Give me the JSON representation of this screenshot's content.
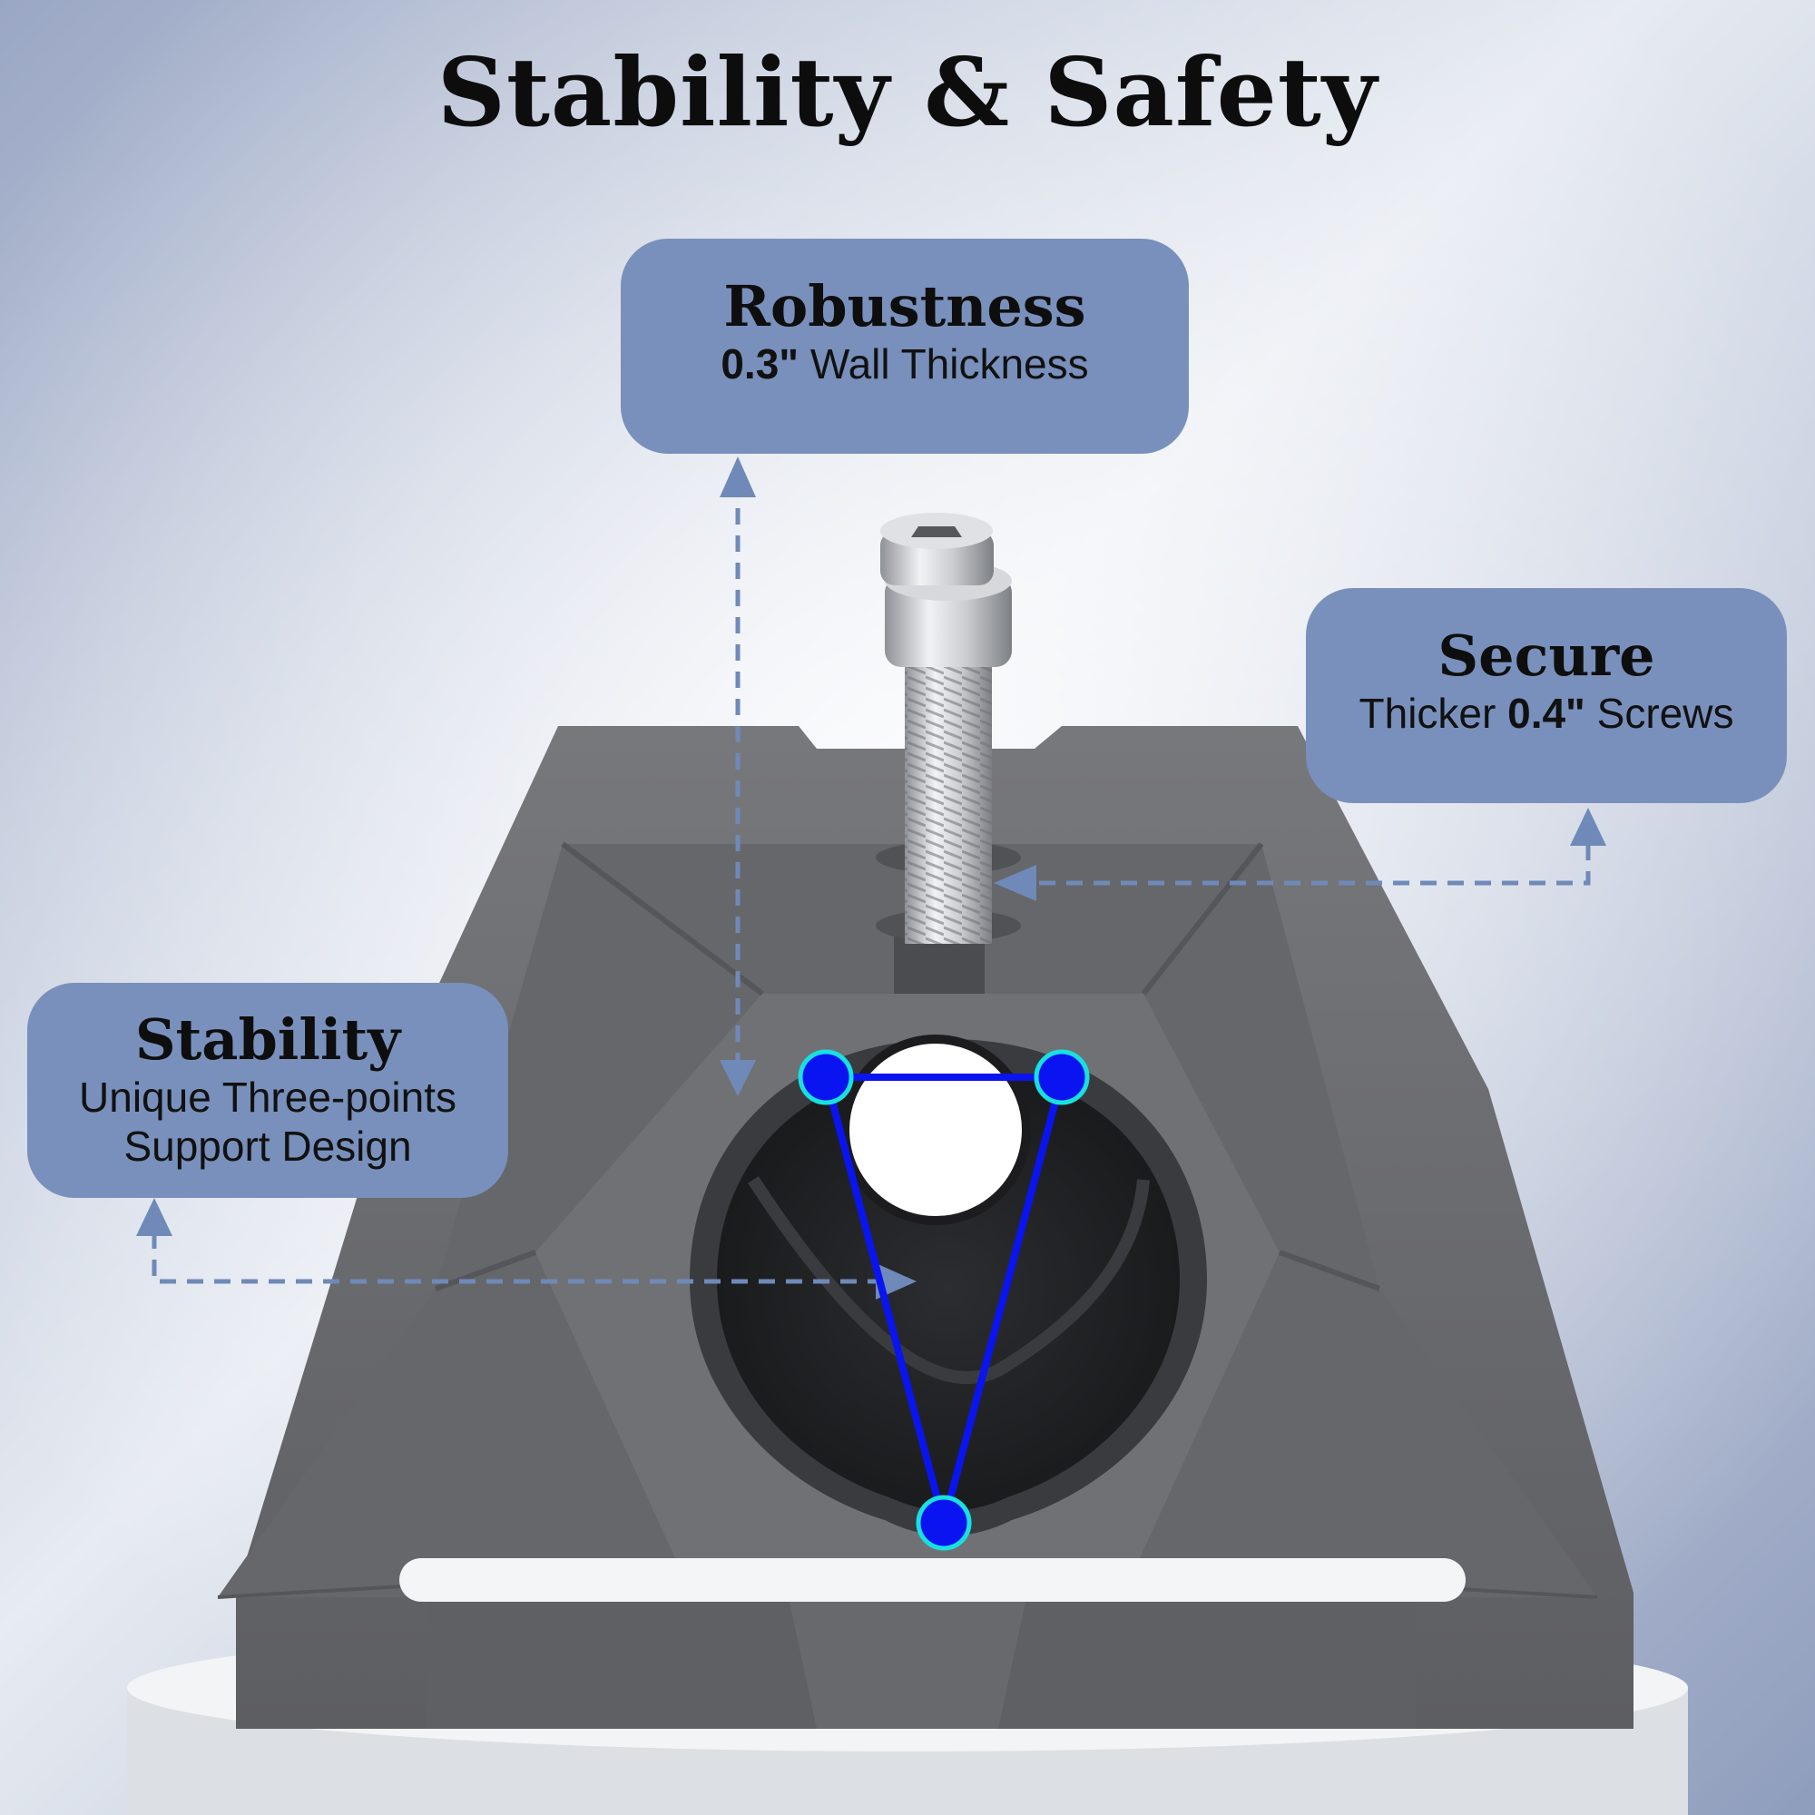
{
  "title": "Stability & Safety",
  "cards": {
    "robustness": {
      "heading": "Robustness",
      "value": "0.3\"",
      "text": " Wall Thickness"
    },
    "secure": {
      "heading": "Secure",
      "prefix": "Thicker ",
      "value": "0.4\"",
      "suffix": " Screws"
    },
    "stability": {
      "heading": "Stability",
      "line1": "Unique Three-points",
      "line2": "Support Design"
    }
  },
  "colors": {
    "card": "#7890bb",
    "arrow": "#6f8ab8",
    "support_points": "#0a14f0",
    "support_point_glow": "#19e0e0",
    "mount_body": "#6c6d71"
  }
}
